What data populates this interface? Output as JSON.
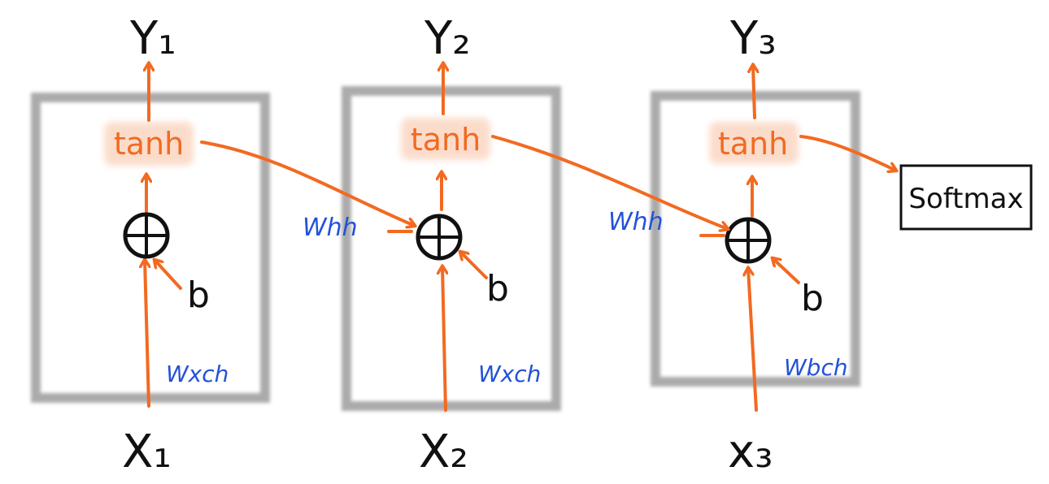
{
  "cells": [
    {
      "output": "Y₁",
      "activation": "tanh",
      "bias": "b",
      "input_weight": "Wxch",
      "input": "X₁"
    },
    {
      "output": "Y₂",
      "activation": "tanh",
      "bias": "b",
      "input_weight": "Wxch",
      "input": "X₂"
    },
    {
      "output": "Y₃",
      "activation": "tanh",
      "bias": "b",
      "input_weight": "Wbch",
      "input": "x₃"
    }
  ],
  "recurrent_weights": [
    "Whh",
    "Whh"
  ],
  "softmax_label": "Softmax",
  "colors": {
    "arrow": "#f26a21",
    "weight_label": "#2352d8",
    "box": "#8f8f8f",
    "ink": "#111111",
    "tanh_glow": "#fbd9c6"
  },
  "icons": {
    "sum": "circled-plus-icon"
  }
}
